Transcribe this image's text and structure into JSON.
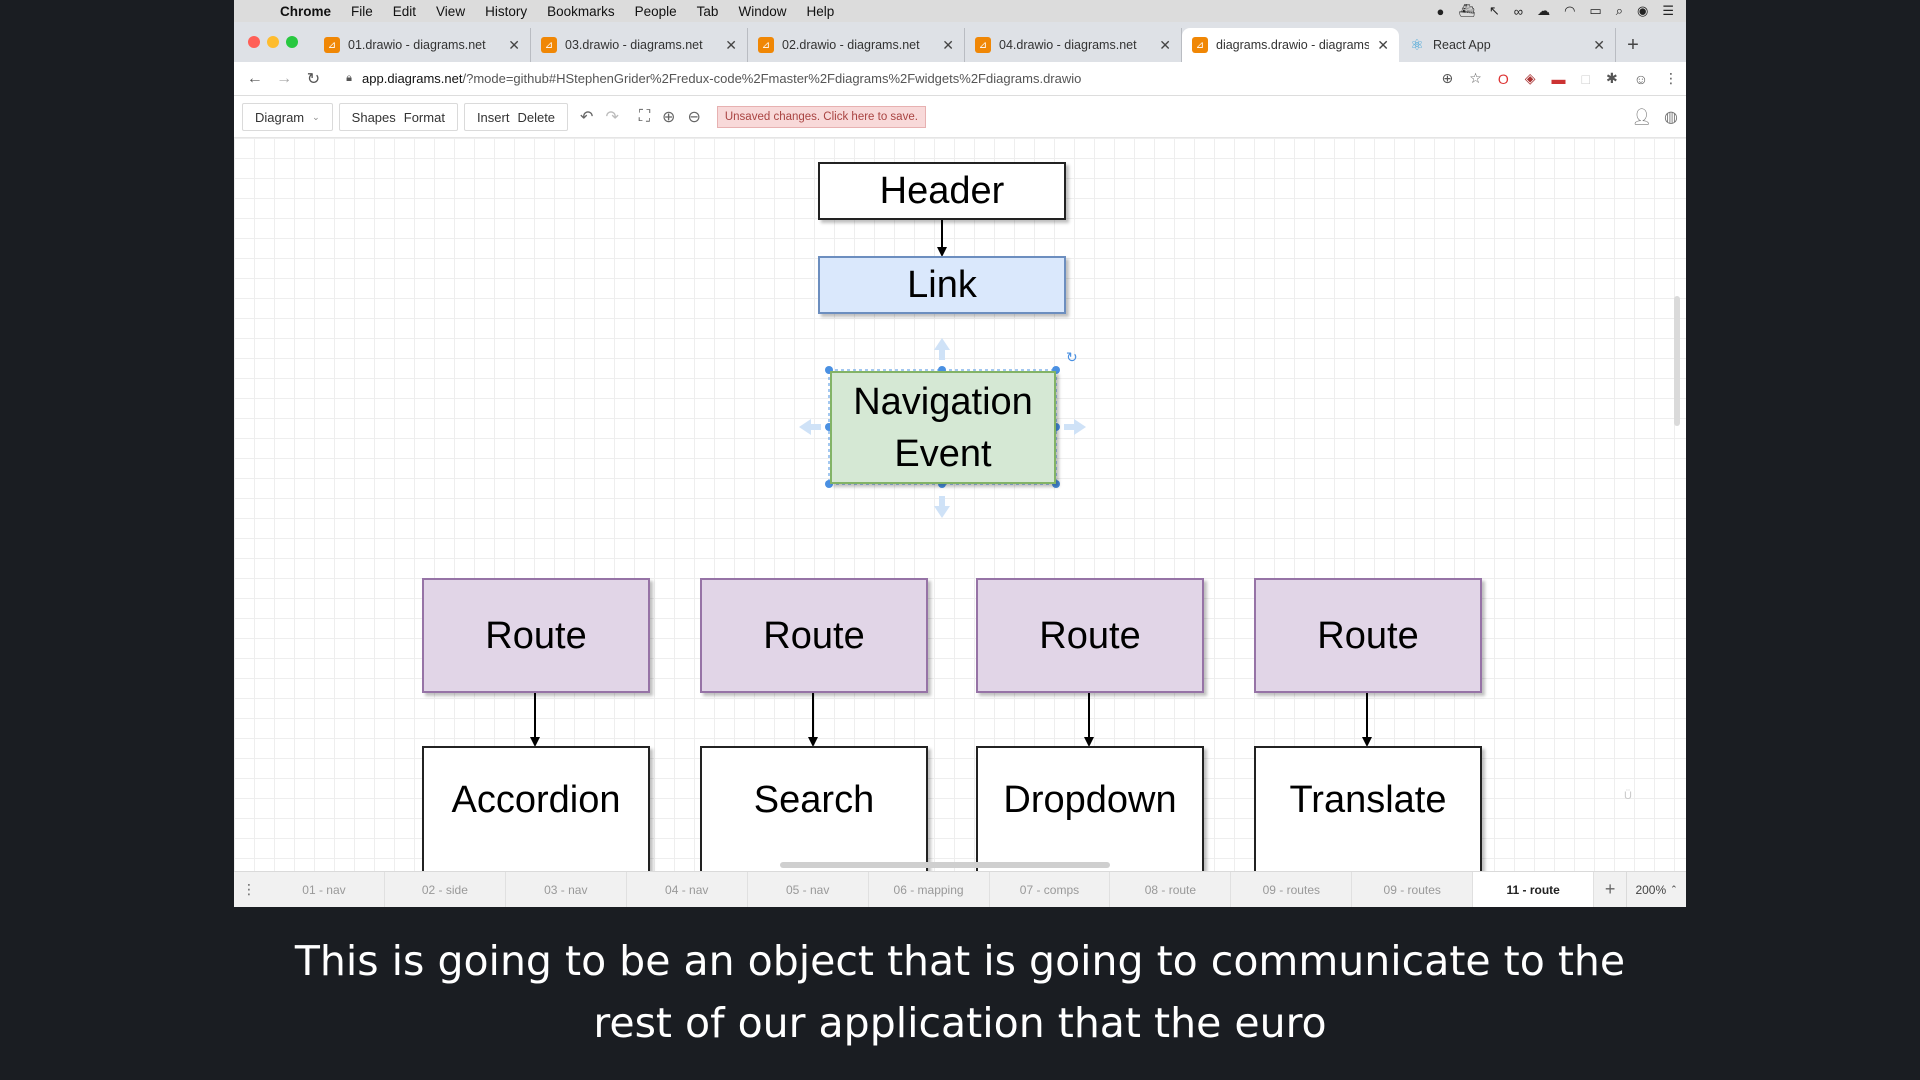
{
  "menubar": {
    "app": "Chrome",
    "items": [
      "File",
      "Edit",
      "View",
      "History",
      "Bookmarks",
      "People",
      "Tab",
      "Window",
      "Help"
    ]
  },
  "tabs": [
    {
      "title": "01.drawio - diagrams.net",
      "icon": "drawio-icon"
    },
    {
      "title": "03.drawio - diagrams.net",
      "icon": "drawio-icon"
    },
    {
      "title": "02.drawio - diagrams.net",
      "icon": "drawio-icon"
    },
    {
      "title": "04.drawio - diagrams.net",
      "icon": "drawio-icon"
    },
    {
      "title": "diagrams.drawio - diagrams.net",
      "icon": "drawio-icon",
      "active": true
    },
    {
      "title": "React App",
      "icon": "react-icon"
    }
  ],
  "address": {
    "host": "app.diagrams.net",
    "path": "/?mode=github#HStephenGrider%2Fredux-code%2Fmaster%2Fdiagrams%2Fwidgets%2Fdiagrams.drawio"
  },
  "toolbar": {
    "diagram": "Diagram",
    "shapes": "Shapes",
    "format": "Format",
    "insert": "Insert",
    "delete": "Delete",
    "unsaved": "Unsaved changes. Click here to save."
  },
  "diagram": {
    "header": "Header",
    "link": "Link",
    "navigation_line1": "Navigation",
    "navigation_line2": "Event",
    "routes": [
      "Route",
      "Route",
      "Route",
      "Route"
    ],
    "widgets": [
      "Accordion",
      "Search",
      "Dropdown",
      "Translate"
    ],
    "colors": {
      "link_fill": "#dae8fc",
      "link_border": "#6c8ebf",
      "nav_fill": "#d5e8d4",
      "nav_border": "#82b366",
      "route_fill": "#e1d5e7",
      "route_border": "#9673a6",
      "selection": "#4a90e2"
    }
  },
  "pages": {
    "tabs": [
      "01 - nav",
      "02 - side",
      "03 - nav",
      "04 - nav",
      "05 - nav",
      "06 - mapping",
      "07 - comps",
      "08 - route",
      "09 - routes",
      "09 - routes",
      "11 - route"
    ],
    "active_index": 10,
    "zoom": "200%"
  },
  "subtitle": {
    "line1": "This is going to be an object that is going to communicate to the",
    "line2": "rest of our application that the euro"
  }
}
